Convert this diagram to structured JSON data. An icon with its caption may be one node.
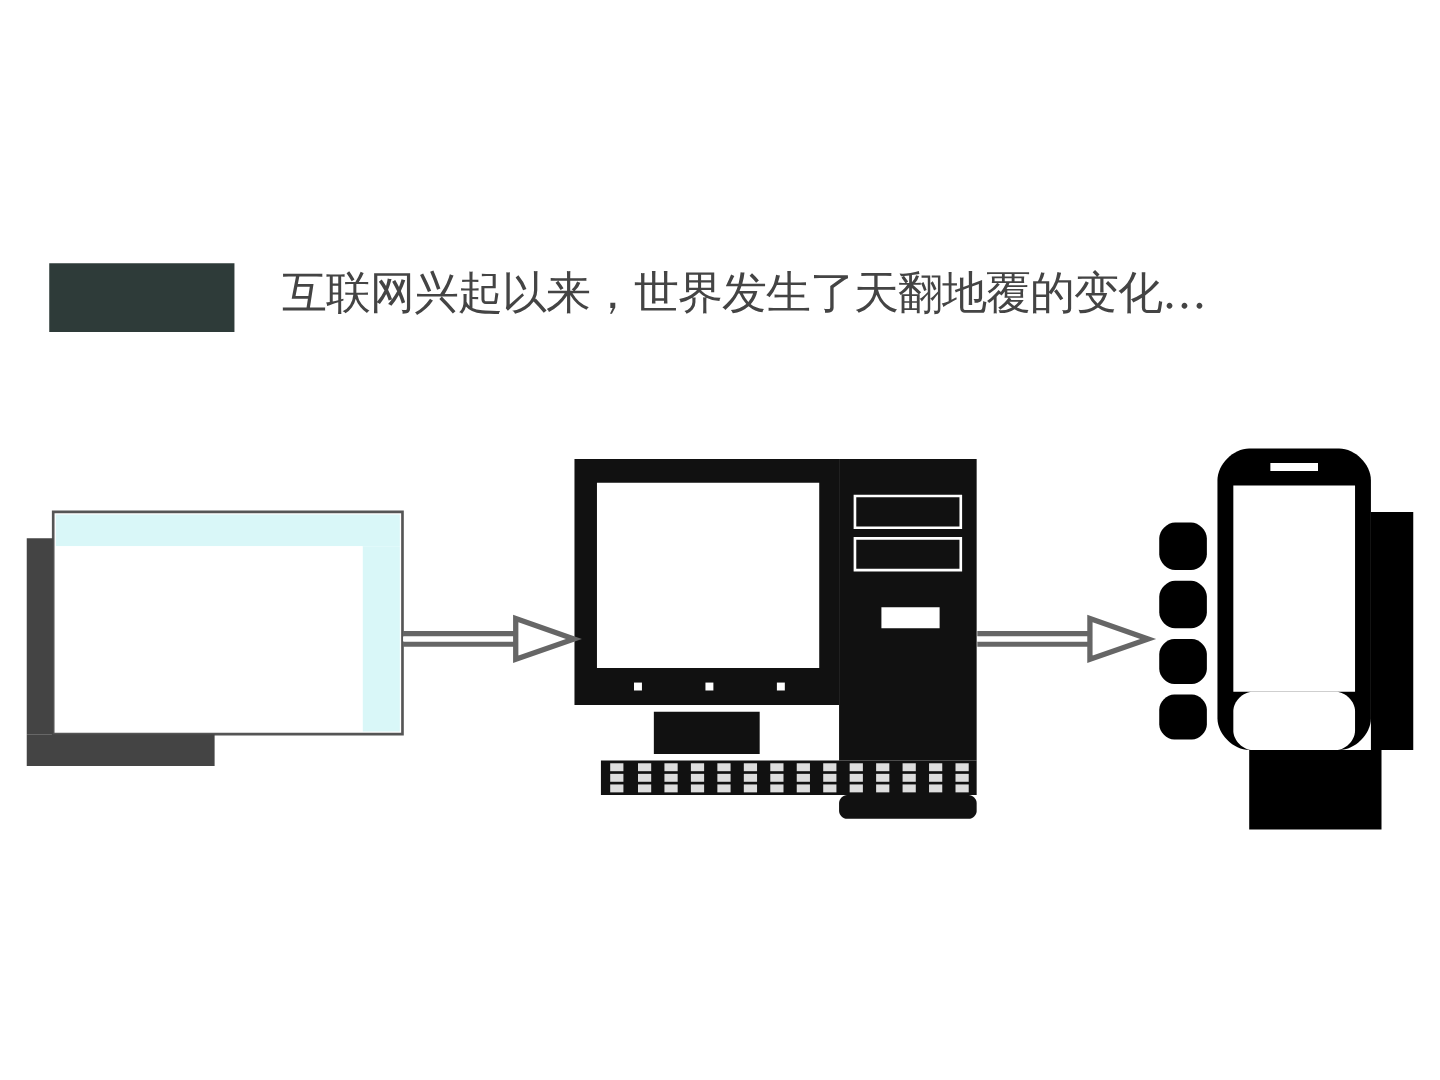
{
  "diagram": {
    "title": "互联网兴起以来，世界发生了天翻地覆的变化…",
    "nodes": [
      {
        "text": [],
        "shape": "picture"
      },
      {
        "text": [],
        "shape": "picture"
      },
      {
        "text": [],
        "shape": "picture"
      }
    ],
    "edges": [
      {
        "from": 0,
        "to": 1,
        "arrow": "to"
      },
      {
        "from": 1,
        "to": 2,
        "arrow": "to"
      }
    ]
  }
}
